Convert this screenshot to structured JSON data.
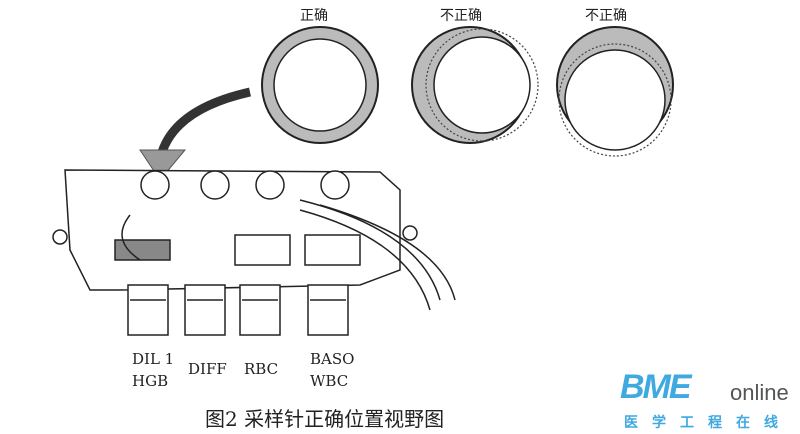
{
  "diagram": {
    "views": [
      {
        "label": "正确"
      },
      {
        "label": "不正确"
      },
      {
        "label": "不正确"
      }
    ],
    "channels": [
      {
        "line1": "DIL 1",
        "line2": "HGB"
      },
      {
        "line1": "DIFF",
        "line2": ""
      },
      {
        "line1": "RBC",
        "line2": ""
      },
      {
        "line1": "BASO",
        "line2": "WBC"
      }
    ],
    "caption": "图2 采样针正确位置视野图"
  },
  "watermark": {
    "brand": "BME",
    "suffix": "online",
    "chinese": "医学工程在线"
  }
}
